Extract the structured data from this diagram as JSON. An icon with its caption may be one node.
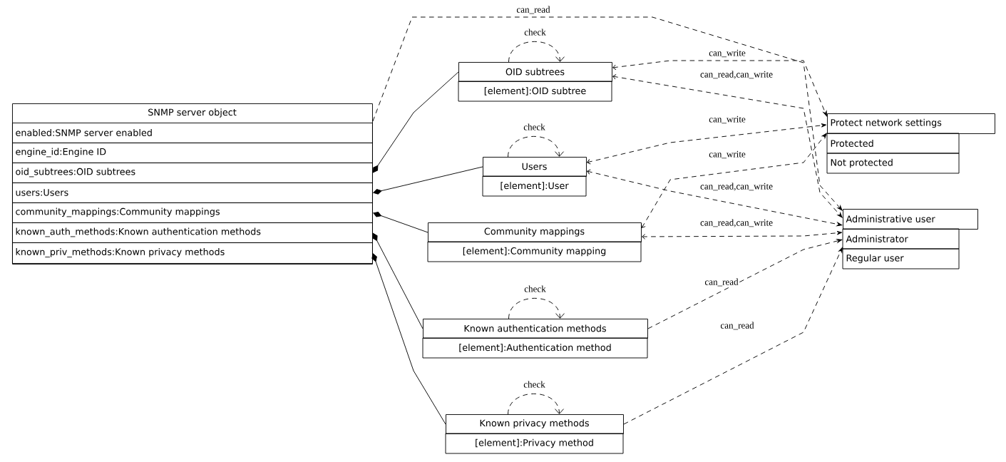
{
  "diagram": {
    "nodes": [
      {
        "text": [
          "SNMP server object"
        ]
      },
      {
        "text": [
          "enabled:SNMP server enabled"
        ],
        "in": 0
      },
      {
        "text": [
          "engine_id:Engine ID"
        ],
        "in": 0
      },
      {
        "text": [
          "oid_subtrees:OID subtrees"
        ],
        "in": 0
      },
      {
        "text": [
          "users:Users"
        ],
        "in": 0
      },
      {
        "text": [
          "community_mappings:Community mappings"
        ],
        "in": 0
      },
      {
        "text": [
          "known_auth_methods:Known authentication methods"
        ],
        "in": 0
      },
      {
        "text": [
          "known_priv_methods:Known privacy methods"
        ],
        "in": 0
      },
      {
        "text": [
          "OID subtrees",
          "[element]:OID subtree"
        ]
      },
      {
        "text": [
          "Users",
          "[element]:User"
        ]
      },
      {
        "text": [
          "Community mappings",
          "[element]:Community mapping"
        ]
      },
      {
        "text": [
          "Known authentication methods",
          "[element]:Authentication method"
        ]
      },
      {
        "text": [
          "Known privacy methods",
          "[element]:Privacy method"
        ]
      },
      {
        "text": [
          "Protect network settings",
          "Protected",
          "Not protected"
        ]
      },
      {
        "text": [
          "Administrative user",
          "Administrator",
          "Regular user"
        ]
      }
    ],
    "edges": [
      {
        "from": 3,
        "to": 8,
        "arrow": "other"
      },
      {
        "from": 4,
        "to": 9,
        "arrow": "other"
      },
      {
        "from": 5,
        "to": 10,
        "arrow": "other"
      },
      {
        "from": 6,
        "to": 11,
        "arrow": "other"
      },
      {
        "from": 7,
        "to": 12,
        "arrow": "other"
      },
      {
        "from": 8,
        "to": 8,
        "arrow": "to",
        "label": "check",
        "style": "dashed"
      },
      {
        "from": 9,
        "to": 9,
        "arrow": "to",
        "label": "check",
        "style": "dashed"
      },
      {
        "from": 11,
        "to": 11,
        "arrow": "to",
        "label": "check",
        "style": "dashed"
      },
      {
        "from": 12,
        "to": 12,
        "arrow": "to",
        "label": "check",
        "style": "dashed"
      },
      {
        "from": 0,
        "to": 14,
        "arrow": "to",
        "label": "can_read",
        "style": "dashed"
      },
      {
        "from": 8,
        "to": 13,
        "arrow": "both",
        "label": "can_write",
        "style": "dashed"
      },
      {
        "from": 8,
        "to": 14,
        "arrow": "both",
        "label": "can_read,can_write",
        "style": "dashed"
      },
      {
        "from": 9,
        "to": 13,
        "arrow": "both",
        "label": "can_write",
        "style": "dashed"
      },
      {
        "from": 9,
        "to": 14,
        "arrow": "both",
        "label": "can_read,can_write",
        "style": "dashed"
      },
      {
        "from": 10,
        "to": 13,
        "arrow": "both",
        "label": "can_write",
        "style": "dashed"
      },
      {
        "from": 10,
        "to": 14,
        "arrow": "both",
        "label": "can_read,can_write",
        "style": "dashed"
      },
      {
        "from": 11,
        "to": 14,
        "arrow": "to",
        "label": "can_read",
        "style": "dashed"
      },
      {
        "from": 12,
        "to": 14,
        "arrow": "to",
        "label": "can_read",
        "style": "dashed"
      }
    ]
  }
}
